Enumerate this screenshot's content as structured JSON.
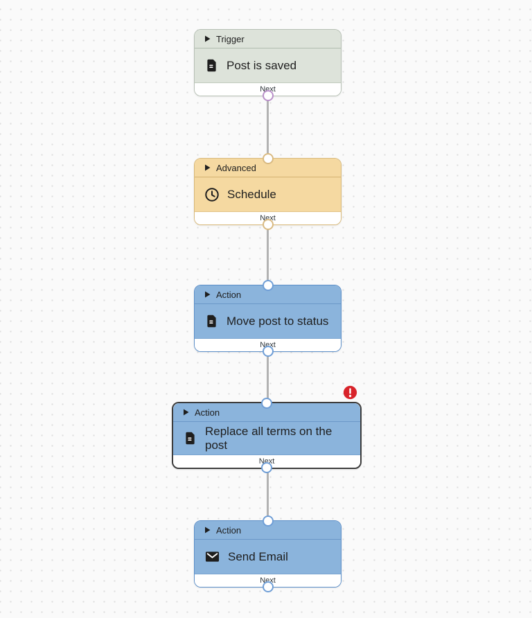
{
  "canvas": {
    "background_color": "#fafafa",
    "grid_dot_color": "#dedede"
  },
  "workflow": {
    "nodes": [
      {
        "type_label": "Trigger",
        "title": "Post is saved",
        "icon": "document-icon",
        "footer_label": "Next",
        "theme": "trigger",
        "has_error": false
      },
      {
        "type_label": "Advanced",
        "title": "Schedule",
        "icon": "clock-icon",
        "footer_label": "Next",
        "theme": "advanced",
        "has_error": false
      },
      {
        "type_label": "Action",
        "title": "Move post to status",
        "icon": "document-icon",
        "footer_label": "Next",
        "theme": "action",
        "has_error": false
      },
      {
        "type_label": "Action",
        "title": "Replace all terms on the post",
        "icon": "document-icon",
        "footer_label": "Next",
        "theme": "action",
        "has_error": true
      },
      {
        "type_label": "Action",
        "title": "Send Email",
        "icon": "envelope-icon",
        "footer_label": "Next",
        "theme": "action",
        "has_error": false
      }
    ],
    "error_badge_symbol": "!",
    "colors": {
      "trigger_fill": "#dde3da",
      "trigger_border": "#b6c0b4",
      "trigger_port": "#b990c9",
      "advanced_fill": "#f5d9a1",
      "advanced_border": "#d8b878",
      "advanced_port": "#d9ba82",
      "action_fill": "#8bb4dc",
      "action_border": "#5b8ec8",
      "action_port": "#6f9ed6",
      "error_node_border": "#3d3d3d",
      "error_badge_red": "#d8232a",
      "connector_line": "#b2b2b2"
    }
  }
}
